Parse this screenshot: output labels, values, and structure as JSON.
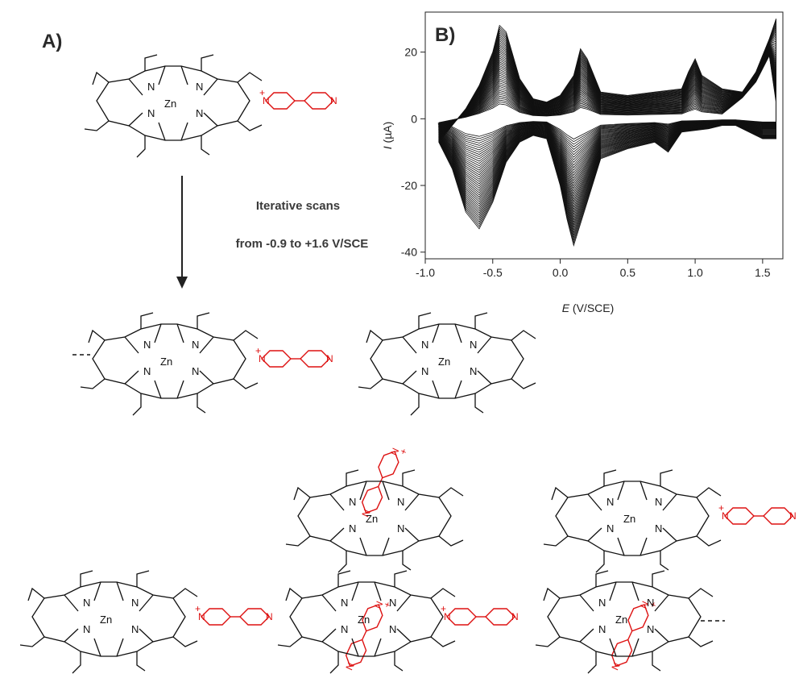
{
  "panel_a": {
    "label": "A)",
    "arrow_caption_line1": "Iterative scans",
    "arrow_caption_line2": "from -0.9 to +1.6 V/SCE"
  },
  "atoms": {
    "zinc": "Zn",
    "nitrogen": "N",
    "charge": "+"
  },
  "chart_data": {
    "type": "line",
    "panel_label": "B)",
    "xlabel": "E (V/SCE)",
    "ylabel": "I (µA)",
    "xlim": [
      -1.0,
      1.65
    ],
    "ylim": [
      -42,
      32
    ],
    "x_ticks": [
      -1.0,
      -0.5,
      0.0,
      0.5,
      1.0,
      1.5
    ],
    "x_tick_labels": [
      "-1.0",
      "-0.5",
      "0.0",
      "0.5",
      "1.0",
      "1.5"
    ],
    "y_ticks": [
      -40,
      -20,
      0,
      20
    ],
    "y_tick_labels": [
      "-40",
      "-20",
      "0",
      "20"
    ],
    "grid": false,
    "series": [
      {
        "values": [
          [
            -0.9,
            -7
          ],
          [
            -0.8,
            -2
          ],
          [
            -0.7,
            3
          ],
          [
            -0.6,
            10
          ],
          [
            -0.5,
            20
          ],
          [
            -0.45,
            28
          ],
          [
            -0.4,
            26
          ],
          [
            -0.3,
            12
          ],
          [
            -0.2,
            6
          ],
          [
            -0.1,
            5
          ],
          [
            0.0,
            7
          ],
          [
            0.1,
            13
          ],
          [
            0.15,
            21
          ],
          [
            0.2,
            18
          ],
          [
            0.3,
            8
          ],
          [
            0.5,
            7
          ],
          [
            0.7,
            8
          ],
          [
            0.9,
            9
          ],
          [
            0.95,
            14
          ],
          [
            1.0,
            18
          ],
          [
            1.05,
            13
          ],
          [
            1.2,
            9
          ],
          [
            1.35,
            8
          ],
          [
            1.45,
            14
          ],
          [
            1.55,
            24
          ],
          [
            1.6,
            30
          ],
          [
            1.6,
            -6
          ],
          [
            1.5,
            -6
          ],
          [
            1.45,
            -5
          ],
          [
            1.3,
            -2
          ],
          [
            1.2,
            -2
          ],
          [
            1.1,
            -3
          ],
          [
            0.9,
            -4
          ],
          [
            0.8,
            -10
          ],
          [
            0.7,
            -7
          ],
          [
            0.5,
            -9
          ],
          [
            0.3,
            -12
          ],
          [
            0.2,
            -25
          ],
          [
            0.1,
            -38
          ],
          [
            0.05,
            -30
          ],
          [
            0.0,
            -20
          ],
          [
            -0.1,
            -6
          ],
          [
            -0.2,
            -5
          ],
          [
            -0.3,
            -7
          ],
          [
            -0.4,
            -13
          ],
          [
            -0.5,
            -25
          ],
          [
            -0.6,
            -33
          ],
          [
            -0.7,
            -28
          ],
          [
            -0.8,
            -15
          ],
          [
            -0.9,
            -7
          ]
        ]
      }
    ]
  }
}
